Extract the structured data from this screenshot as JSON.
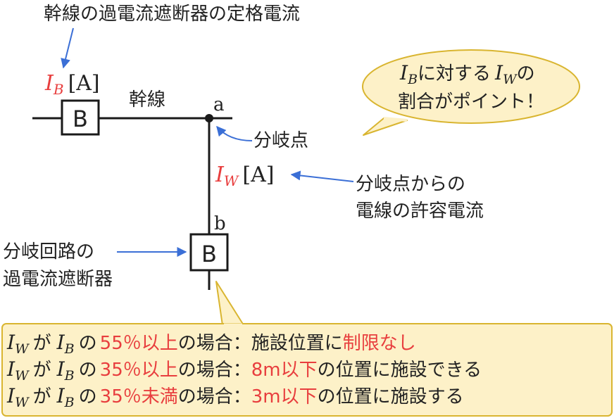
{
  "labels": {
    "top_title": "幹線の過電流遮断器の定格電流",
    "ib_symbol": "I",
    "ib_sub": "B",
    "ib_unit": "[A]",
    "main_line": "幹線",
    "point_a": "a",
    "branch_point": "分岐点",
    "iw_symbol": "I",
    "iw_sub": "W",
    "iw_unit": "[A]",
    "allowable_line1": "分岐点からの",
    "allowable_line2": "電線の許容電流",
    "point_b": "b",
    "breaker_letter": "B",
    "branch_breaker_line1": "分岐回路の",
    "branch_breaker_line2": "過電流遮断器"
  },
  "bubble": {
    "sym1": "I",
    "sub1": "B",
    "mid": "に対する",
    "sym2": "I",
    "sub2": "W",
    "tail": "の",
    "line2": "割合がポイント！"
  },
  "rules": [
    {
      "iw": "I",
      "iw_sub": "W",
      "ga": "が",
      "ib": "I",
      "ib_sub": "B",
      "no": "の",
      "percent": "55％以上",
      "case": "の場合：施設位置に",
      "result_red": "制限なし",
      "result_rest": ""
    },
    {
      "iw": "I",
      "iw_sub": "W",
      "ga": "が",
      "ib": "I",
      "ib_sub": "B",
      "no": "の",
      "percent": "35％以上",
      "case": "の場合：",
      "result_red": "8m以下",
      "result_rest": "の位置に施設できる"
    },
    {
      "iw": "I",
      "iw_sub": "W",
      "ga": "が",
      "ib": "I",
      "ib_sub": "B",
      "no": "の",
      "percent": "35％未満",
      "case": "の場合：",
      "result_red": "3m以下",
      "result_rest": "の位置に施設する"
    }
  ],
  "colors": {
    "red": "#e83e3e",
    "arrow_blue": "#3b6fd6",
    "bubble_fill": "#fdf1c8",
    "bubble_stroke": "#d9b530",
    "line": "#1a1a1a"
  }
}
